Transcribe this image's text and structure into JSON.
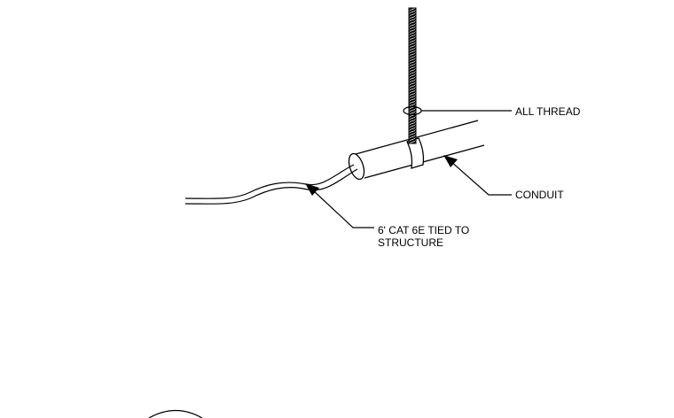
{
  "diagram": {
    "labels": {
      "all_thread": "ALL THREAD",
      "conduit": "CONDUIT",
      "cable_line1": "6' CAT 6E TIED TO",
      "cable_line2": "STRUCTURE"
    },
    "colors": {
      "ink": "#000000",
      "background": "#ffffff"
    }
  }
}
